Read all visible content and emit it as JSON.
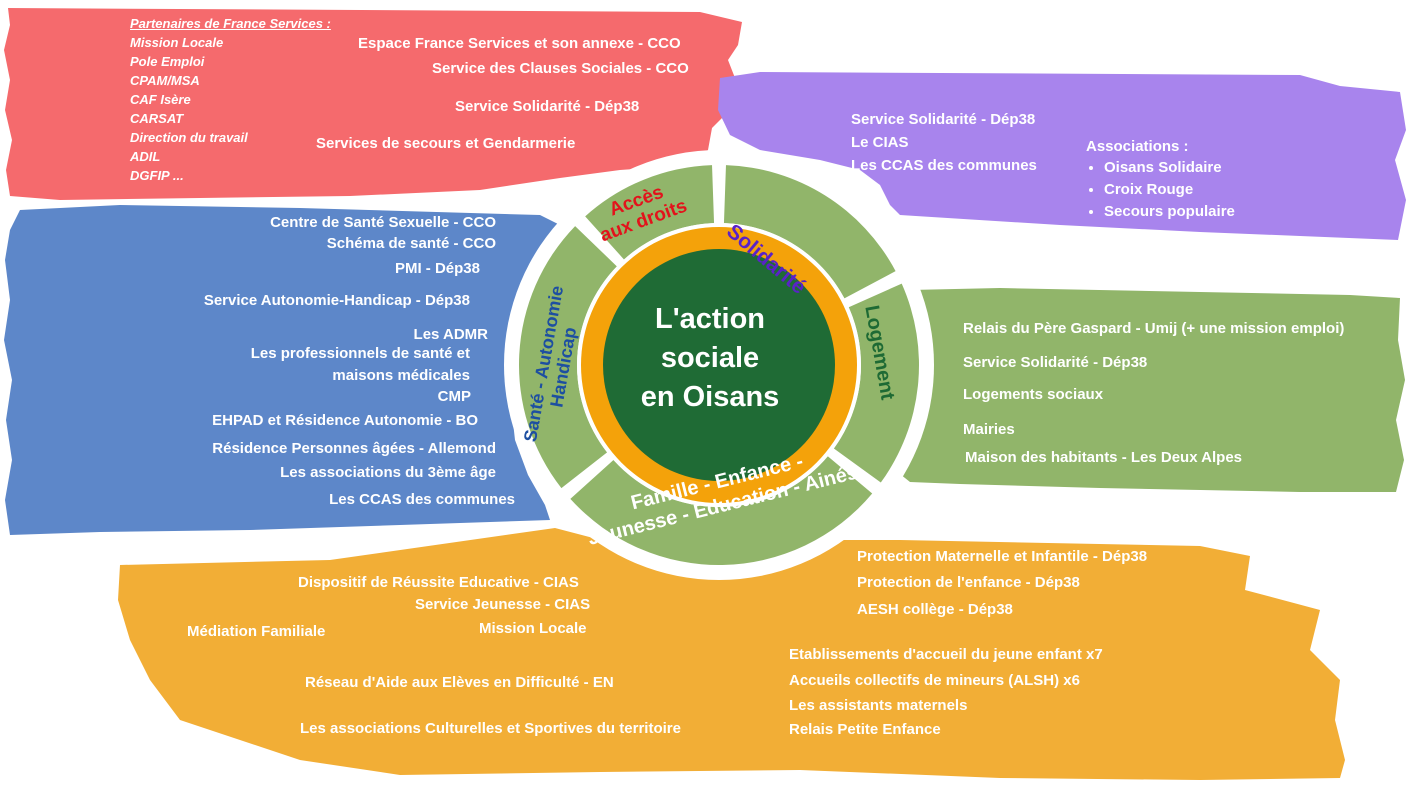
{
  "colors": {
    "red": "#f56a6d",
    "purple": "#a884ed",
    "blue": "#5d87c9",
    "green": "#91b56a",
    "orange": "#f2ae36",
    "center": "#1f6b35",
    "ring": "#f4a20a"
  },
  "center": {
    "line1": "L'action",
    "line2": "sociale",
    "line3": "en Oisans"
  },
  "segments": {
    "acces": {
      "line1": "Accès",
      "line2": "aux droits",
      "color": "#e3121b"
    },
    "solidarite": {
      "text": "Solidarité",
      "color": "#5a22c8"
    },
    "logement": {
      "text": "Logement",
      "color": "#1e6a34"
    },
    "famille": {
      "line1": "Famille - Enfance -",
      "line2": "Jeunesse - Education - Ainés",
      "color": "#ffffff"
    },
    "sante": {
      "line1": "Santé - Autonomie",
      "line2": "Handicap",
      "color": "#1d4fa1"
    }
  },
  "red_panel": {
    "partners_title": "Partenaires de France Services :",
    "partners": [
      "Mission Locale",
      "Pole Emploi",
      "CPAM/MSA",
      "CAF Isère",
      "CARSAT",
      "Direction du travail",
      "ADIL",
      "DGFIP ..."
    ],
    "items": [
      "Espace France Services et son annexe - CCO",
      "Service des Clauses Sociales - CCO",
      "Service Solidarité - Dép38",
      "Services de secours et Gendarmerie"
    ]
  },
  "purple_panel": {
    "items": [
      "Service Solidarité - Dép38",
      "Le CIAS",
      "Les CCAS des communes"
    ],
    "assoc_title": "Associations :",
    "assoc": [
      "Oisans Solidaire",
      "Croix Rouge",
      "Secours populaire"
    ]
  },
  "blue_panel": {
    "items": [
      "Centre de Santé Sexuelle - CCO",
      "Schéma de santé - CCO",
      "PMI - Dép38",
      "Service Autonomie-Handicap - Dép38",
      "Les ADMR",
      "Les professionnels de santé et",
      "maisons médicales",
      "CMP",
      "EHPAD et Résidence Autonomie -  BO",
      "Résidence Personnes âgées - Allemond",
      "Les associations du 3ème âge",
      "Les CCAS des communes"
    ]
  },
  "green_panel": {
    "items": [
      "Relais du Père Gaspard - Umij (+ une mission emploi)",
      "Service Solidarité - Dép38",
      "Logements sociaux",
      "Mairies",
      "Maison des habitants - Les Deux Alpes"
    ]
  },
  "orange_panel": {
    "left": [
      "Dispositif de Réussite Educative - CIAS",
      "Service Jeunesse  - CIAS",
      "Médiation Familiale",
      "Mission Locale",
      "Réseau d'Aide aux Elèves en Difficulté - EN",
      "Les associations Culturelles et Sportives du territoire"
    ],
    "right": [
      "Protection Maternelle et Infantile - Dép38",
      "Protection de l'enfance - Dép38",
      "AESH collège - Dép38",
      "Etablissements d'accueil du jeune enfant x7",
      "Accueils collectifs de mineurs (ALSH) x6",
      "Les assistants maternels",
      "Relais Petite Enfance"
    ]
  }
}
